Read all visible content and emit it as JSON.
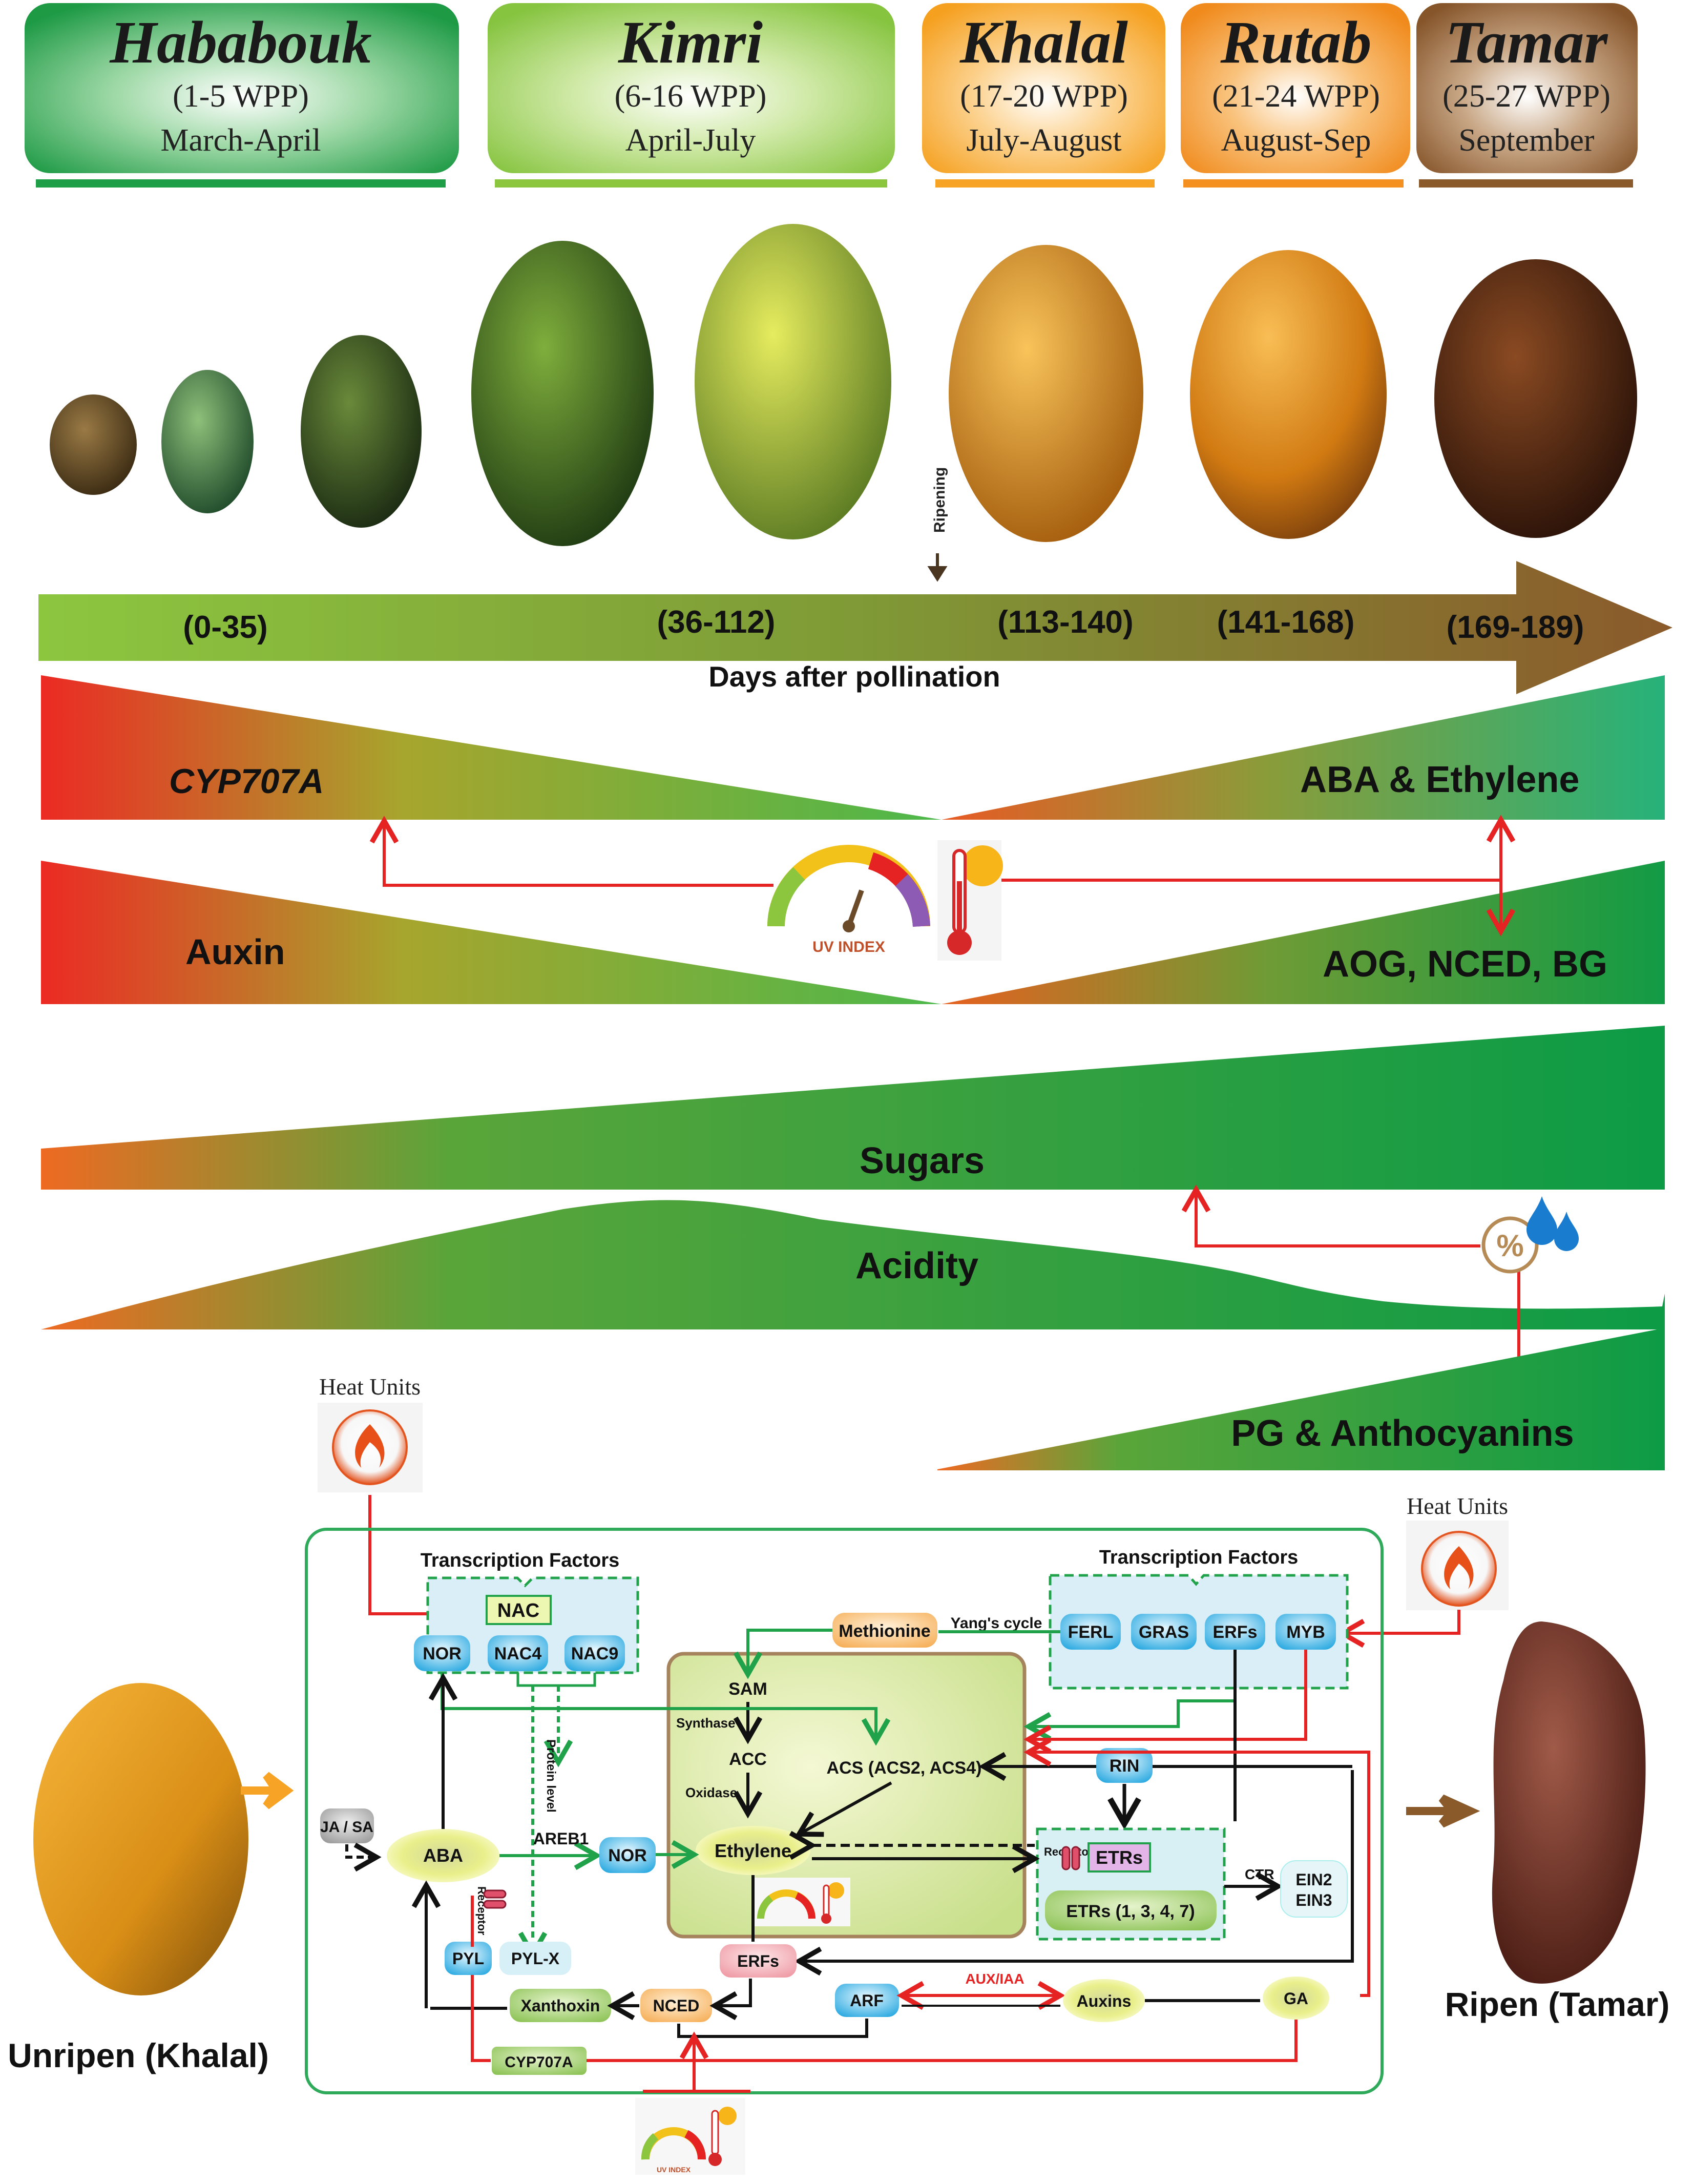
{
  "stages": [
    {
      "name": "Hababouk",
      "wpp": "(1-5 WPP)",
      "months": "March-April"
    },
    {
      "name": "Kimri",
      "wpp": "(6-16 WPP)",
      "months": "April-July"
    },
    {
      "name": "Khalal",
      "wpp": "(17-20 WPP)",
      "months": "July-August"
    },
    {
      "name": "Rutab",
      "wpp": "(21-24 WPP)",
      "months": "August-Sep"
    },
    {
      "name": "Tamar",
      "wpp": "(25-27 WPP)",
      "months": "September"
    }
  ],
  "timeline": {
    "ripening": "Ripening",
    "ranges": [
      "(0-35)",
      "(36-112)",
      "(113-140)",
      "(141-168)",
      "(169-189)"
    ],
    "axis_label": "Days after pollination"
  },
  "trends": {
    "cyp": "CYP707A",
    "aba": "ABA & Ethylene",
    "auxin": "Auxin",
    "aog": "AOG, NCED, BG",
    "sugars": "Sugars",
    "acidity": "Acidity",
    "pg": "PG & Anthocyanins",
    "uv_index": "UV INDEX",
    "humidity": "%"
  },
  "pathway": {
    "heat_units": "Heat Units",
    "tf_title": "Transcription Factors",
    "nac": "NAC",
    "nor": "NOR",
    "nac4": "NAC4",
    "nac9": "NAC9",
    "ferl": "FERL",
    "gras": "GRAS",
    "erfs": "ERFs",
    "myb": "MYB",
    "methionine": "Methionine",
    "yangs_cycle": "Yang's cycle",
    "sam": "SAM",
    "synthase": "Synthase",
    "acc": "ACC",
    "oxidase": "Oxidase",
    "acs": "ACS (ACS2, ACS4)",
    "ethylene": "Ethylene",
    "rin": "RIN",
    "receptor": "Receptor",
    "etrs": "ETRs",
    "etrs_list": "ETRs (1, 3, 4, 7)",
    "ctr": "CTR",
    "ein2": "EIN2",
    "ein3": "EIN3",
    "ja_sa": "JA / SA",
    "aba": "ABA",
    "areb1": "AREB1",
    "protein_level": "Protein level",
    "pyl": "PYL",
    "pylx": "PYL-X",
    "xanthoxin": "Xanthoxin",
    "nced": "NCED",
    "cyp707a": "CYP707A",
    "erfs_lower": "ERFs",
    "arf": "ARF",
    "aux_iaa": "AUX/IAA",
    "auxins": "Auxins",
    "ga": "GA",
    "unripe": "Unripen (Khalal)",
    "ripe": "Ripen (Tamar)"
  },
  "colors": {
    "hababouk": "#1f9e48",
    "kimri": "#8cc63f",
    "khalal": "#f7a325",
    "rutab": "#f39020",
    "tamar": "#8b5a2b",
    "red_arrow": "#e52323",
    "green_arrow": "#1fa24a",
    "box_border": "#2eaa5a"
  }
}
